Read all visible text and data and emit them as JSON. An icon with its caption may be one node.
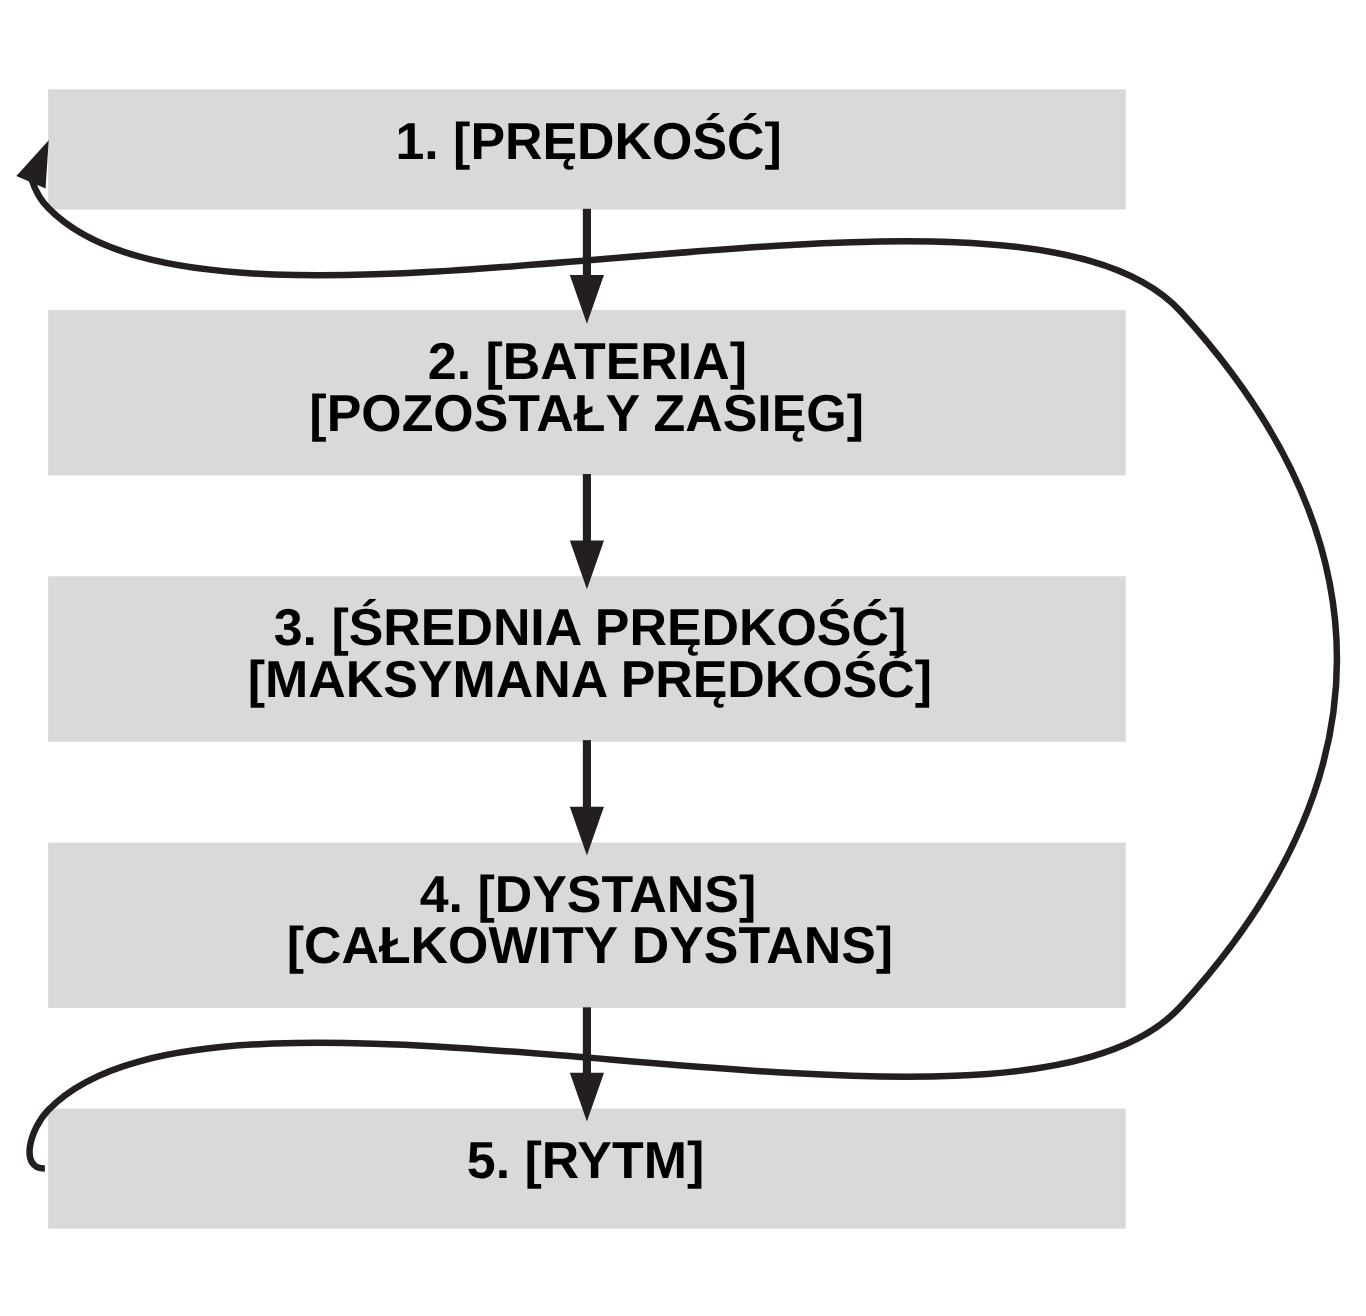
{
  "diagram": {
    "nodes": [
      {
        "text": [
          "1. [PRĘDKOŚĆ]"
        ]
      },
      {
        "text": [
          "2. [BATERIA]",
          "[POZOSTAŁY ZASIĘG]"
        ]
      },
      {
        "text": [
          "3. [ŚREDNIA PRĘDKOŚĆ]",
          "[MAKSYMANA PRĘDKOŚĆ]"
        ]
      },
      {
        "text": [
          "4. [DYSTANS]",
          "[CAŁKOWITY DYSTANS]"
        ]
      },
      {
        "text": [
          "5. [RYTM]"
        ]
      }
    ],
    "edges": [
      {
        "from": 0,
        "to": 1,
        "arrow": "to"
      },
      {
        "from": 1,
        "to": 2,
        "arrow": "to"
      },
      {
        "from": 2,
        "to": 3,
        "arrow": "to"
      },
      {
        "from": 3,
        "to": 4,
        "arrow": "to"
      },
      {
        "from": 4,
        "to": 0,
        "arrow": "to"
      }
    ]
  }
}
